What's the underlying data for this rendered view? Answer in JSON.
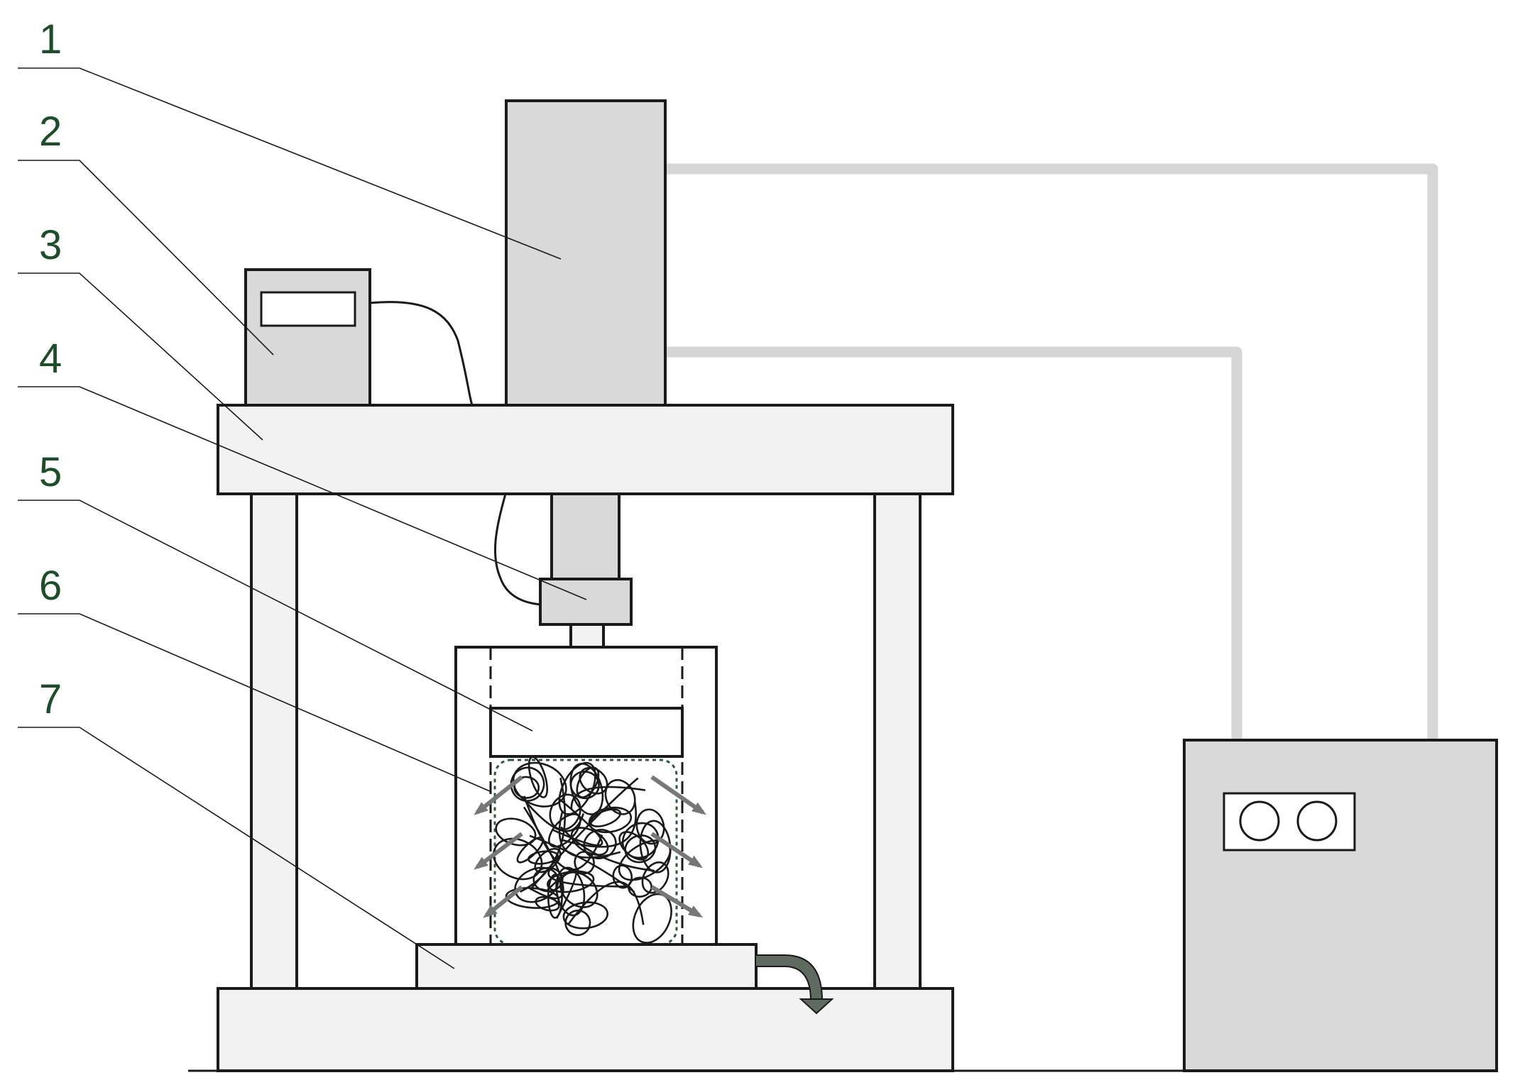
{
  "callouts": [
    {
      "number": "1",
      "target": "hydraulic-cylinder"
    },
    {
      "number": "2",
      "target": "displacement-meter"
    },
    {
      "number": "3",
      "target": "top-crossbeam"
    },
    {
      "number": "4",
      "target": "load-sensor"
    },
    {
      "number": "5",
      "target": "piston-plate"
    },
    {
      "number": "6",
      "target": "sample-chamber"
    },
    {
      "number": "7",
      "target": "base-plate"
    }
  ],
  "colors": {
    "outline": "#1a1a1a",
    "body_fill": "#d9d9d9",
    "frame_fill": "#f2f2f2",
    "hose": "#d6d6d6",
    "label": "#1e4d2b",
    "arrow": "#777777",
    "drain": "#5f6b61",
    "sample_border": "#2e5a3a"
  }
}
